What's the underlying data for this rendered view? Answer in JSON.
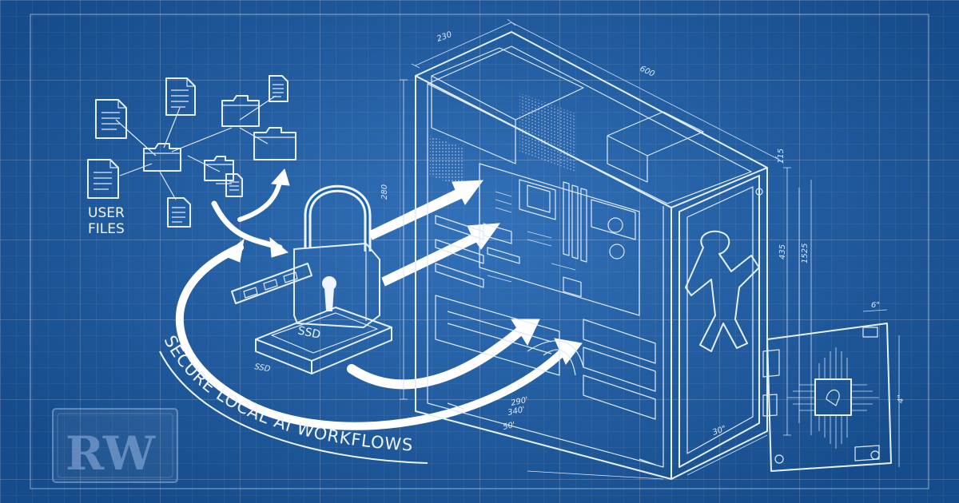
{
  "labels": {
    "user_files_line1": "USER",
    "user_files_line2": "FILES",
    "tagline": "SECURE LOCAL AI WORKFLOWS",
    "ssd_top": "SSD",
    "ssd_side": "SSD"
  },
  "dimensions": {
    "case_depth_top": "230",
    "case_width_top": "600",
    "case_height_left": "280",
    "right_1": "115",
    "right_2": "435",
    "right_3": "1525",
    "board_top": "6\"",
    "board_side": "4\"",
    "bottom_1": "290'",
    "bottom_2": "340'",
    "bottom_3": "50'",
    "bottom_4": "30\""
  },
  "logo": {
    "text": "RW"
  },
  "colors": {
    "background": "#1b61b2",
    "line": "#e6f0ff",
    "arrow": "#ffffff"
  }
}
